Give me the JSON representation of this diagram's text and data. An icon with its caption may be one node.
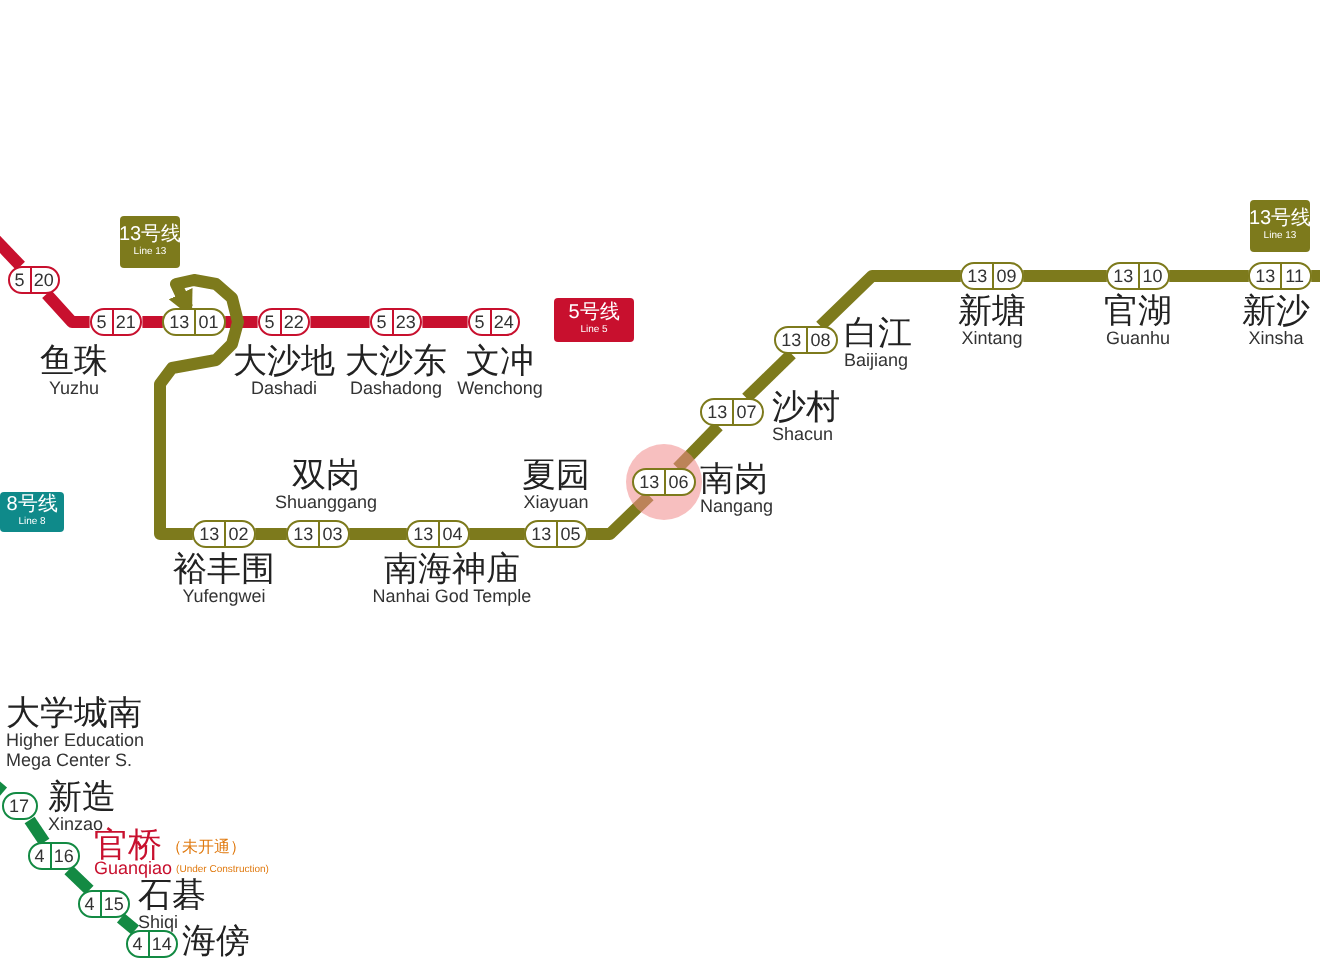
{
  "diagram": {
    "nodes": [
      {
        "text": [
          "13号线",
          "Line 13"
        ]
      },
      {
        "text": [
          "5",
          "20"
        ]
      },
      {
        "text": [
          "5",
          "21"
        ],
        "beside": [
          "鱼珠",
          "Yuzhu"
        ]
      },
      {
        "text": [
          "13",
          "01"
        ]
      },
      {
        "text": [
          "5",
          "22"
        ],
        "beside": [
          "大沙地",
          "Dashadi"
        ]
      },
      {
        "text": [
          "5",
          "23"
        ],
        "beside": [
          "大沙东",
          "Dashadong"
        ]
      },
      {
        "text": [
          "5",
          "24"
        ],
        "beside": [
          "文冲",
          "Wenchong"
        ]
      },
      {
        "text": [
          "5号线",
          "Line 5"
        ]
      },
      {
        "text": [
          "13号线",
          "Line 13"
        ]
      },
      {
        "text": [
          "8号线",
          "Line 8"
        ]
      },
      {
        "text": [
          "13",
          "02"
        ],
        "beside": [
          "裕丰围",
          "Yufengwei"
        ]
      },
      {
        "text": [
          "13",
          "03"
        ],
        "beside": [
          "双岗",
          "Shuanggang"
        ]
      },
      {
        "text": [
          "13",
          "04"
        ],
        "beside": [
          "南海神庙",
          "Nanhai God Temple"
        ]
      },
      {
        "text": [
          "13",
          "05"
        ],
        "beside": [
          "夏园",
          "Xiayuan"
        ]
      },
      {
        "text": [
          "13",
          "06"
        ],
        "beside": [
          "南岗",
          "Nangang"
        ]
      },
      {
        "text": [
          "13",
          "07"
        ],
        "beside": [
          "沙村",
          "Shacun"
        ]
      },
      {
        "text": [
          "13",
          "08"
        ],
        "beside": [
          "白江",
          "Baijiang"
        ]
      },
      {
        "text": [
          "13",
          "09"
        ],
        "beside": [
          "新塘",
          "Xintang"
        ]
      },
      {
        "text": [
          "13",
          "10"
        ],
        "beside": [
          "官湖",
          "Guanhu"
        ]
      },
      {
        "text": [
          "13",
          "11"
        ],
        "beside": [
          "新沙",
          "Xinsha"
        ]
      },
      {
        "text": [
          "17"
        ],
        "beside": [
          "新造",
          "Xinzao"
        ]
      },
      {
        "text": [
          "4",
          "16"
        ],
        "beside": [
          "官桥",
          "（未开通）",
          "Guanqiao",
          "(Under Construction)"
        ]
      },
      {
        "text": [
          "4",
          "15"
        ],
        "beside": [
          "石碁",
          "Shiqi"
        ]
      },
      {
        "text": [
          "4",
          "14"
        ],
        "beside": [
          "海傍"
        ]
      }
    ],
    "edges": [
      {
        "from": null,
        "to": 1,
        "arrow": "none",
        "color": "#c8102e"
      },
      {
        "from": 1,
        "to": 2,
        "arrow": "none",
        "color": "#c8102e"
      },
      {
        "from": 2,
        "to": 3,
        "arrow": "none",
        "color": "#c8102e"
      },
      {
        "from": 3,
        "to": 4,
        "arrow": "none",
        "color": "#c8102e"
      },
      {
        "from": 4,
        "to": 5,
        "arrow": "none",
        "color": "#c8102e"
      },
      {
        "from": 5,
        "to": 6,
        "arrow": "none",
        "color": "#c8102e"
      },
      {
        "from": 10,
        "to": 3,
        "arrow": "to",
        "color": "#7d7a1c"
      },
      {
        "from": 10,
        "to": 11,
        "arrow": "none",
        "color": "#7d7a1c"
      },
      {
        "from": 11,
        "to": 12,
        "arrow": "none",
        "color": "#7d7a1c"
      },
      {
        "from": 12,
        "to": 13,
        "arrow": "none",
        "color": "#7d7a1c"
      },
      {
        "from": 13,
        "to": 14,
        "arrow": "none",
        "color": "#7d7a1c"
      },
      {
        "from": 14,
        "to": 15,
        "arrow": "none",
        "color": "#7d7a1c"
      },
      {
        "from": 15,
        "to": 16,
        "arrow": "none",
        "color": "#7d7a1c"
      },
      {
        "from": 16,
        "to": 17,
        "arrow": "none",
        "color": "#7d7a1c"
      },
      {
        "from": 17,
        "to": 18,
        "arrow": "none",
        "color": "#7d7a1c"
      },
      {
        "from": 18,
        "to": 19,
        "arrow": "none",
        "color": "#7d7a1c"
      },
      {
        "from": 19,
        "to": null,
        "arrow": "none",
        "color": "#7d7a1c"
      },
      {
        "from": null,
        "to": 20,
        "arrow": "none",
        "color": "#138a43"
      },
      {
        "from": 20,
        "to": 21,
        "arrow": "none",
        "color": "#138a43"
      },
      {
        "from": 21,
        "to": 22,
        "arrow": "none",
        "color": "#138a43"
      },
      {
        "from": 22,
        "to": 23,
        "arrow": "none",
        "color": "#138a43"
      }
    ],
    "labels": [
      "大学城南",
      "Higher Education Mega Center S."
    ]
  }
}
